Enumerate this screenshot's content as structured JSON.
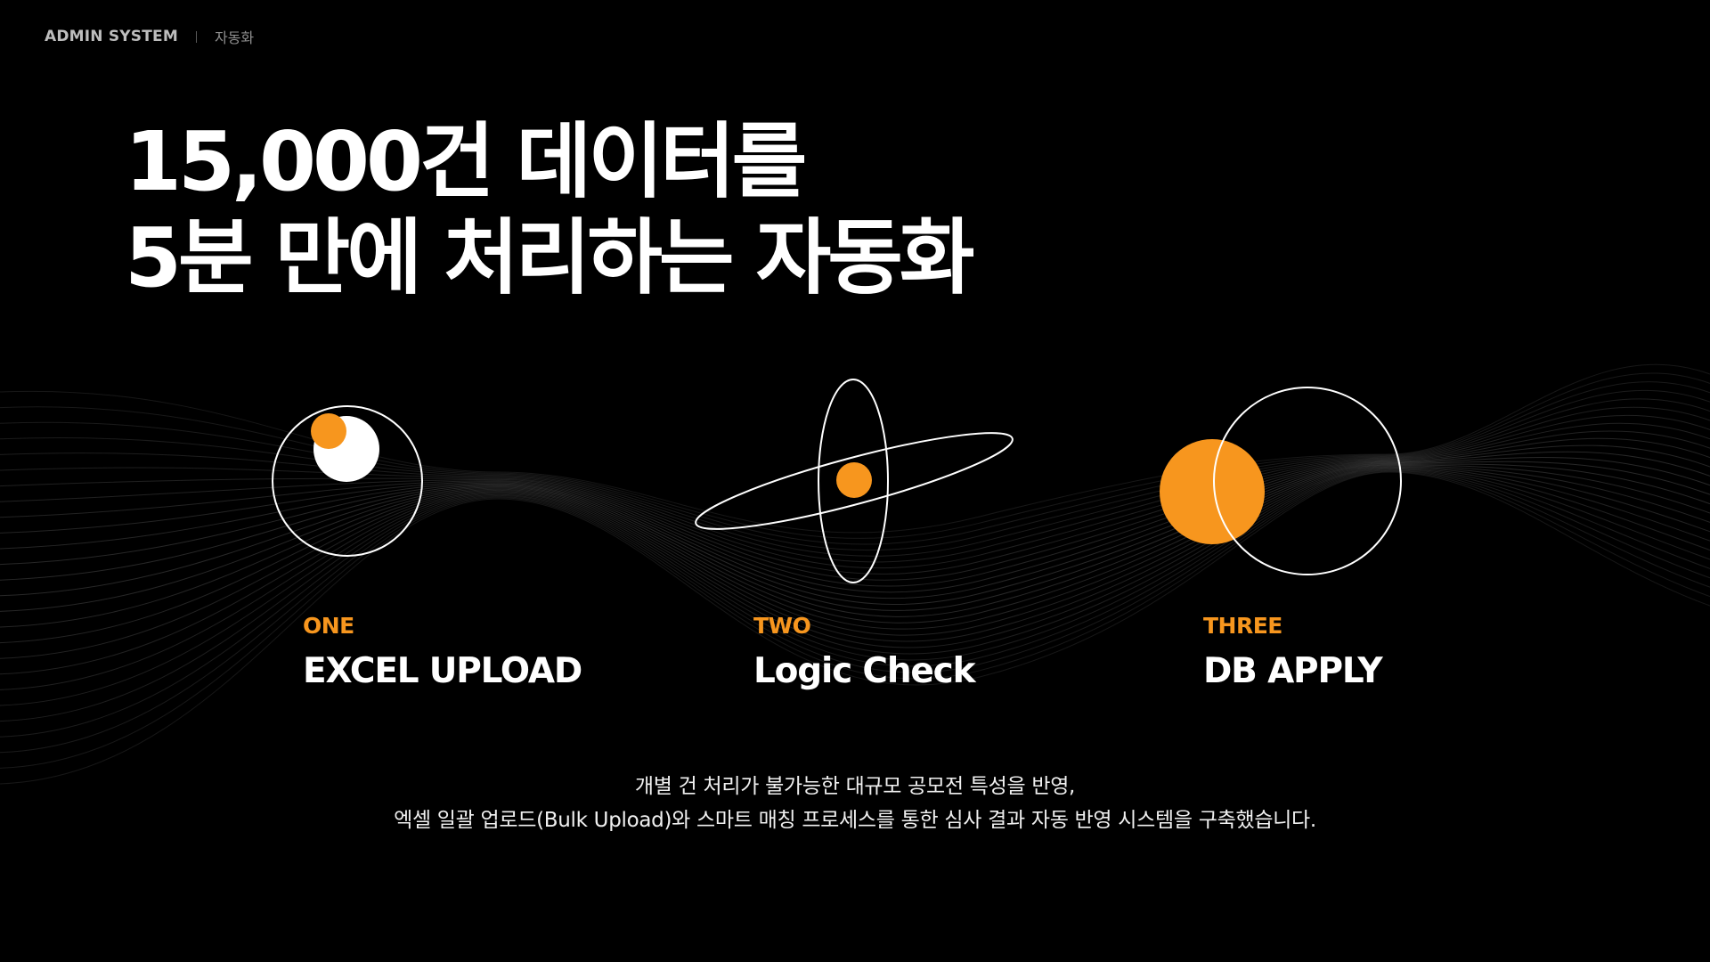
{
  "header": {
    "brand": "ADMIN SYSTEM",
    "breadcrumb": "자동화"
  },
  "hero": {
    "line1": "15,000건 데이터를",
    "line2": "5분 만에 처리하는 자동화"
  },
  "steps": [
    {
      "number": "ONE",
      "title": "EXCEL UPLOAD",
      "icon": "upload-orbit-icon"
    },
    {
      "number": "TWO",
      "title": "Logic Check",
      "icon": "logic-orbit-icon"
    },
    {
      "number": "THREE",
      "title": "DB APPLY",
      "icon": "db-apply-icon"
    }
  ],
  "description": {
    "line1": "개별 건 처리가 불가능한 대규모 공모전 특성을 반영,",
    "line2": "엑셀 일괄 업로드(Bulk Upload)와 스마트 매칭 프로세스를 통한 심사 결과 자동 반영 시스템을 구축했습니다."
  },
  "colors": {
    "background": "#000000",
    "accent": "#f7961e",
    "text": "#ffffff",
    "muted": "#8e8e8e"
  }
}
